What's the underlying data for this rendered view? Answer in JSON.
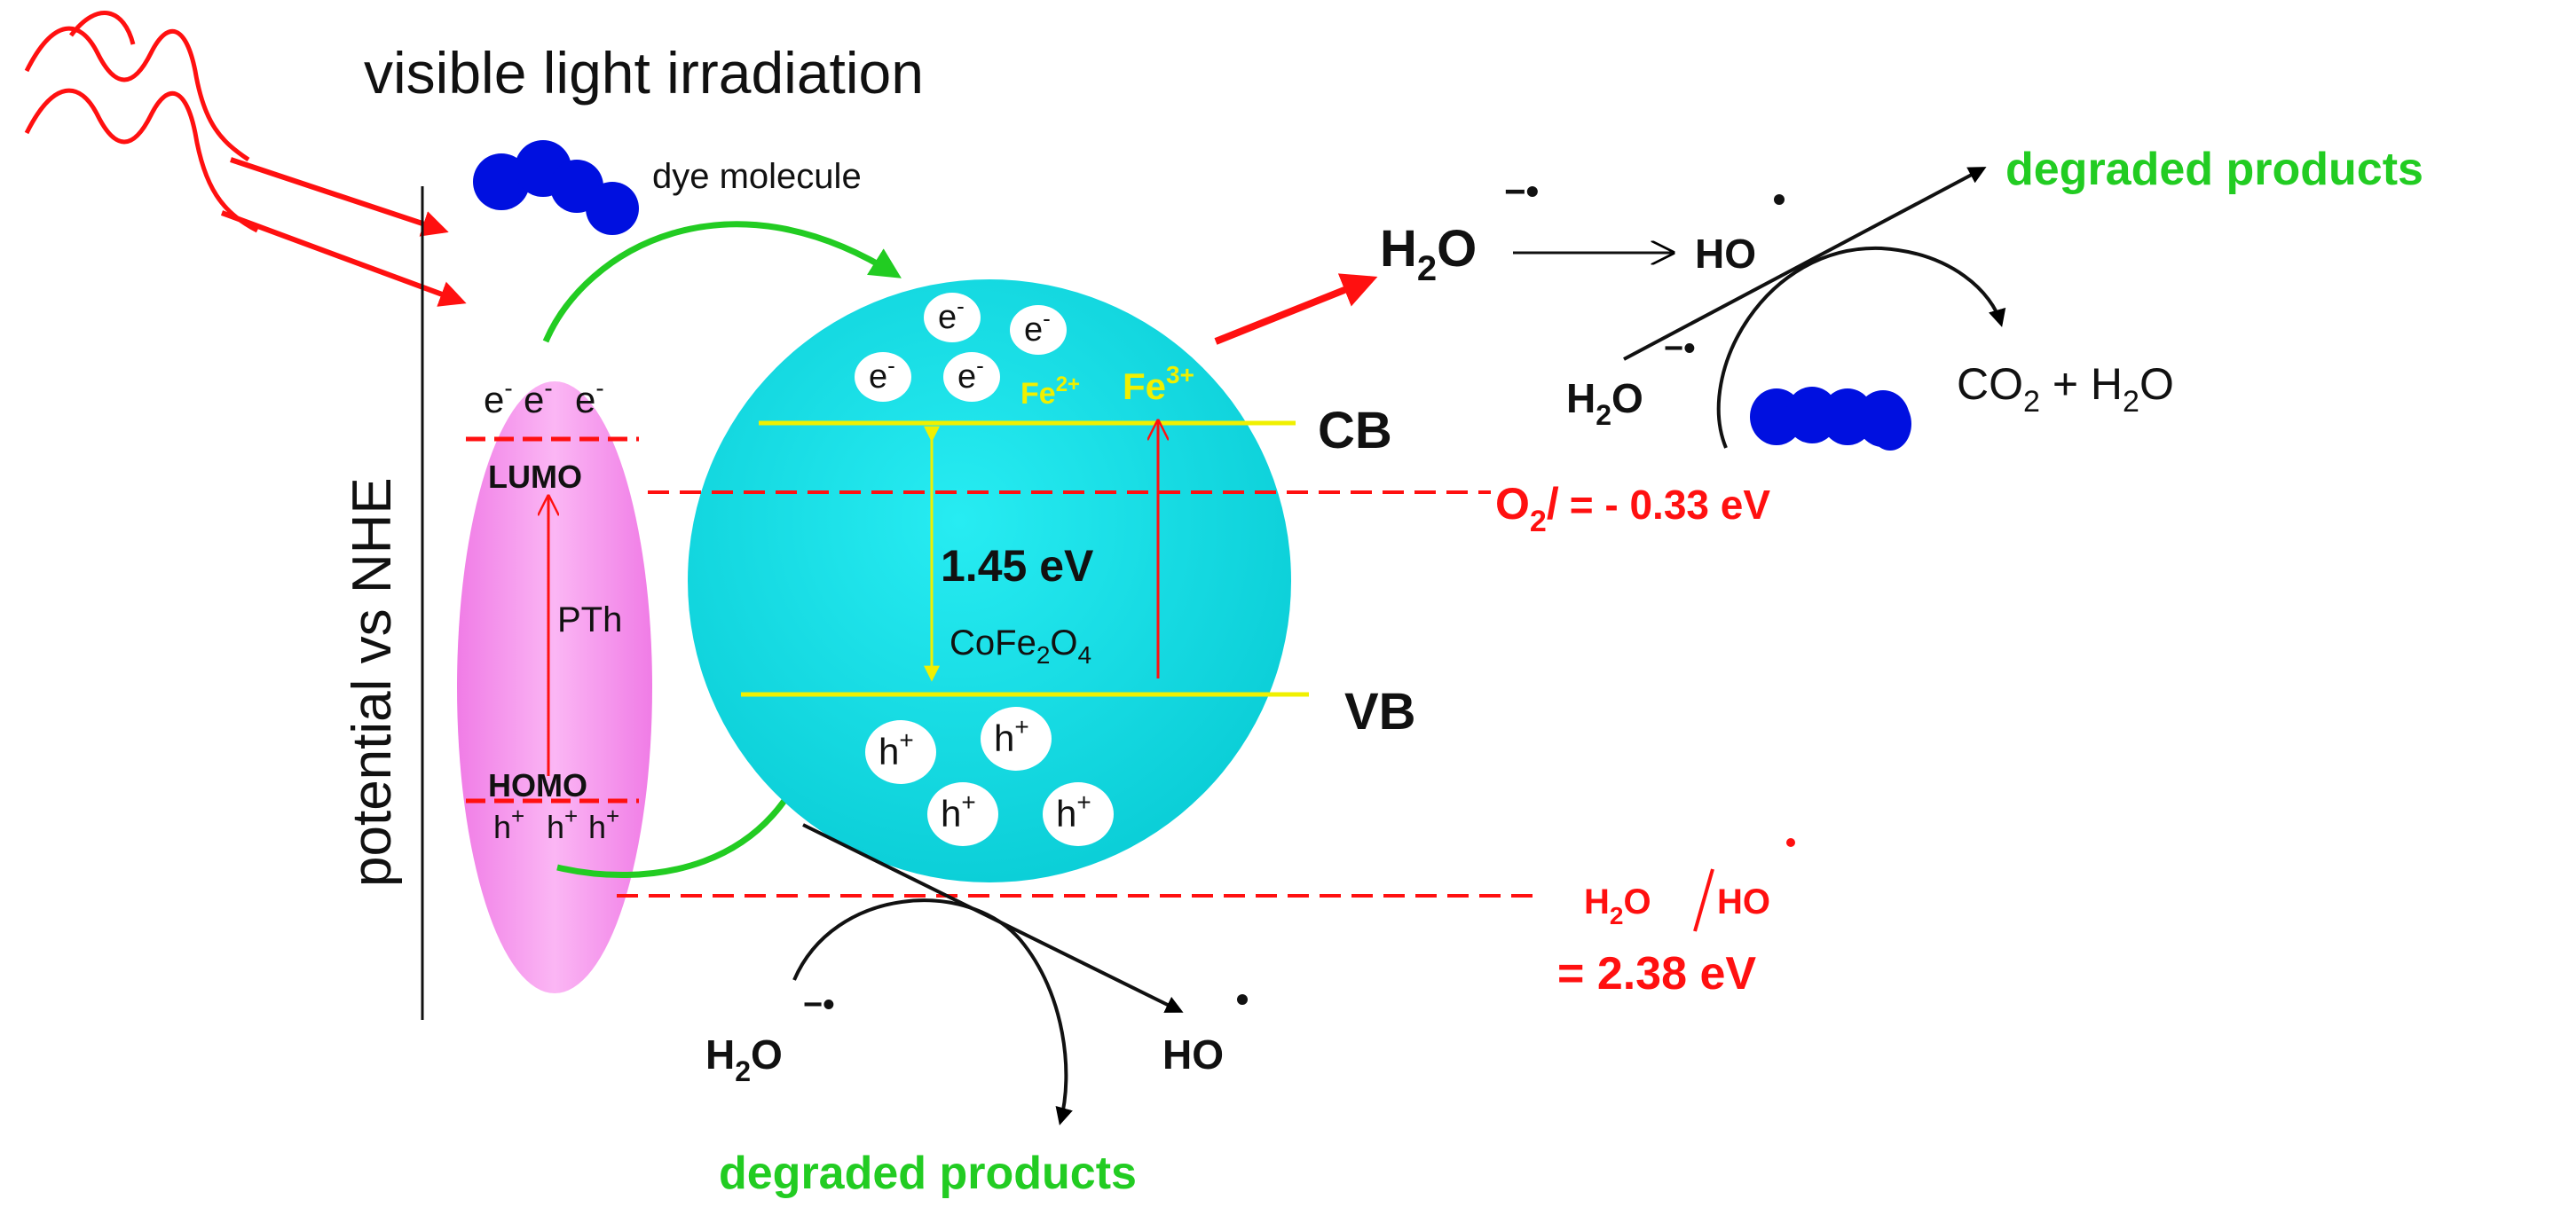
{
  "title": "visible light irradiation",
  "axis_label": "potential vs NHE",
  "dye_label": "dye molecule",
  "pth": {
    "label": "PTh",
    "lumo": "LUMO",
    "homo": "HOMO",
    "electrons": "e",
    "electron_charge": "-",
    "holes": "h",
    "hole_charge": "+"
  },
  "cofe2o4": {
    "formula_parts": [
      "CoFe",
      "2",
      "O",
      "4"
    ],
    "band_gap": "1.45 eV",
    "cb": "CB",
    "vb": "VB",
    "fe2": "Fe",
    "fe2_charge": "2+",
    "fe3": "Fe",
    "fe3_charge": "3+",
    "electron": "e",
    "electron_charge": "-",
    "hole": "h",
    "hole_charge": "+"
  },
  "potentials": {
    "o2_couple": "O",
    "o2_sub": "2",
    "o2_slash": "/",
    "o2_value": "= - 0.33 eV",
    "h2o_ho_couple_a": "H",
    "h2o_ho_sub": "2",
    "h2o_ho_couple_b": "O",
    "h2o_ho_couple_c": "HO",
    "h2o_ho_value": "= 2.38 eV"
  },
  "reactions": {
    "h2o_label": "H",
    "h2o_sub": "2",
    "h2o_o": "O",
    "radical_anion": "−•",
    "ho_label": "HO",
    "radical_dot": "•",
    "co2_h2o_a": "CO",
    "co2_h2o_sub1": "2",
    "co2_h2o_b": " + H",
    "co2_h2o_sub2": "2",
    "co2_h2o_c": "O",
    "degraded_top": "degraded products",
    "degraded_bottom": "degraded products"
  },
  "colors": {
    "pth_ellipse": "#f28ce6",
    "sphere": "#12d6de",
    "band_line": "#f0f000",
    "red": "#ff1010",
    "green": "#22cc22",
    "dye": "#0010e0",
    "yellow_text": "#f0f000"
  }
}
